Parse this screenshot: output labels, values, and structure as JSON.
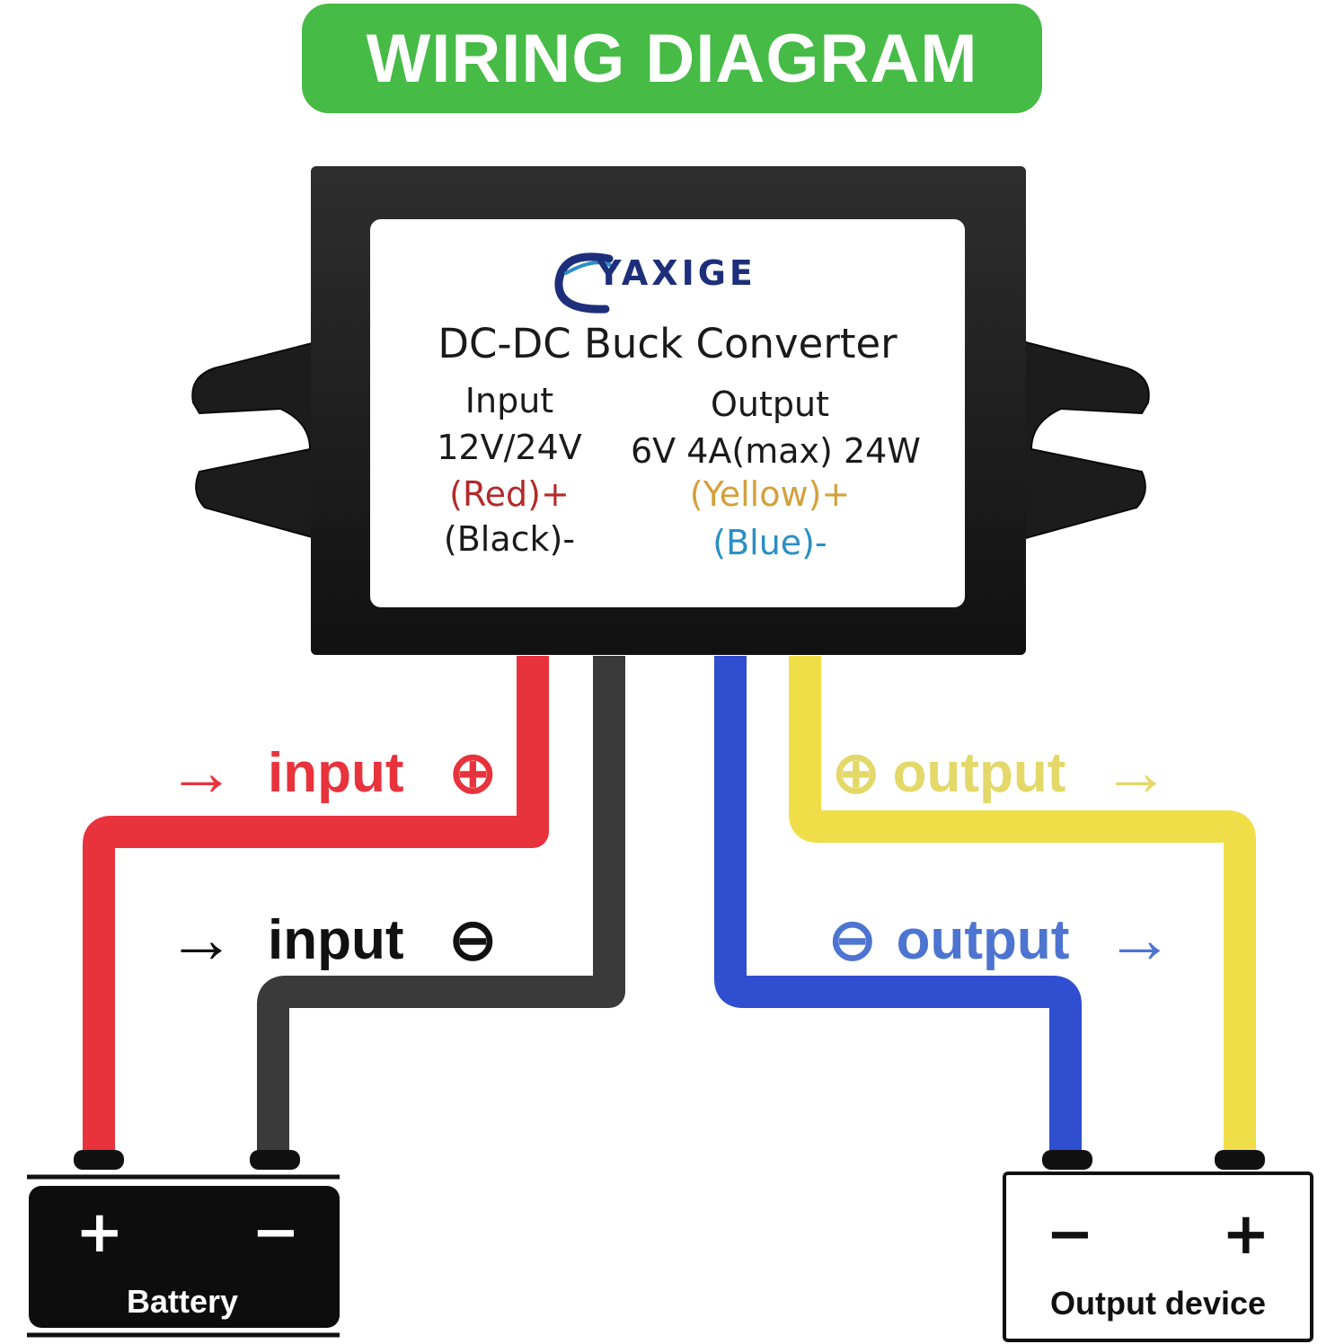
{
  "header": {
    "title": "WIRING DIAGRAM"
  },
  "converter": {
    "brand": "YAXIGE",
    "product": "DC-DC Buck Converter",
    "input": {
      "heading": "Input",
      "rating": "12V/24V",
      "positive": "(Red)+",
      "negative": "(Black)-"
    },
    "output": {
      "heading": "Output",
      "rating": "6V 4A(max) 24W",
      "positive": "(Yellow)+",
      "negative": "(Blue)-"
    }
  },
  "wires": {
    "input_positive": {
      "text": "input",
      "arrow": "→",
      "sign": "⊕"
    },
    "input_negative": {
      "text": "input",
      "arrow": "→",
      "sign": "⊖"
    },
    "output_positive": {
      "text": "output",
      "arrow": "→",
      "sign": "⊕"
    },
    "output_negative": {
      "text": "output",
      "arrow": "→",
      "sign": "⊖"
    }
  },
  "battery": {
    "label": "Battery",
    "positive": "+",
    "negative": "−"
  },
  "output_device": {
    "label": "Output device",
    "positive": "+",
    "negative": "−"
  },
  "colors": {
    "banner": "#46bb46",
    "red_wire": "#e8323c",
    "black_wire": "#3a3a3a",
    "blue_wire": "#2f4fd0",
    "yellow_wire": "#f0de48",
    "red_text": "#b32a2a",
    "yellow_text": "#d3a13a",
    "blue_text": "#2a8fc4",
    "output_positive_label": "#e3d868",
    "output_negative_label": "#4d74d0"
  },
  "icons": {
    "brand_logo": "swoosh-logo-icon",
    "arrows": "arrow-right-icon",
    "signs": "plus-circle-icon / minus-circle-icon"
  }
}
